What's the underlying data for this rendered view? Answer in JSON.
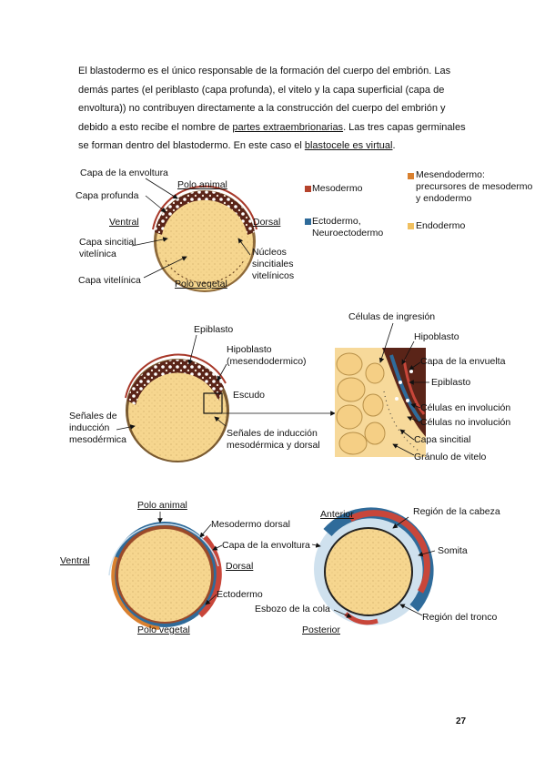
{
  "paragraph": {
    "p1": "El blastodermo es el único responsable de la formación del cuerpo del embrión. Las demás partes (el periblasto (capa profunda), el vitelo y la capa superficial (capa de envoltura)) no contribuyen directamente a la construcción del cuerpo del embrión y debido a esto recibe el nombre de ",
    "u1": "partes extraembrionarias",
    "p2": ". Las tres capas germinales se forman dentro del blastodermo. En este caso el ",
    "u2": "blastocele es virtual",
    "p3": "."
  },
  "fig1": {
    "capa_envoltura": "Capa de la envoltura",
    "capa_profunda": "Capa profunda",
    "polo_animal": "Polo animal",
    "ventral": "Ventral",
    "dorsal": "Dorsal",
    "capa_sincitial": "Capa sincitial vitelínica",
    "capa_vitelinica": "Capa vitelínica",
    "polo_vegetal": "Polo vegetal",
    "nucleos": "Núcleos sincitiales vitelínicos"
  },
  "legend": {
    "mesodermo": "Mesodermo",
    "ectodermo": "Ectodermo, Neuroectodermo",
    "mesendodermo": "Mesendodermo: precursores de mesodermo y endodermo",
    "endodermo": "Endodermo",
    "colors": {
      "mesodermo": "#b5432c",
      "ectodermo": "#2f6b9a",
      "mesendodermo": "#d9802f",
      "endodermo": "#f0c060"
    }
  },
  "fig2": {
    "epiblasto": "Epiblasto",
    "hipoblasto": "Hipoblasto (mesendodermico)",
    "escudo": "Escudo",
    "senales_mesodermica": "Señales de inducción mesodérmica",
    "senales_dorsal": "Señales de inducción mesodérmica y dorsal",
    "celulas_ingresion": "Células de ingresión",
    "hipoblasto_r": "Hipoblasto",
    "capa_envuelta": "Capa de la envuelta",
    "epiblasto_r": "Epiblasto",
    "celulas_involucion": "Células en involución",
    "celulas_no_involucion": "Células no involución",
    "capa_sincitial": "Capa sincitial",
    "granulo": "Gránulo de vitelo"
  },
  "fig3": {
    "polo_animal": "Polo animal",
    "mesodermo_dorsal": "Mesodermo dorsal",
    "capa_envoltura": "Capa de la envoltura",
    "ventral": "Ventral",
    "dorsal": "Dorsal",
    "ectodermo": "Ectodermo",
    "polo_vegetal": "Polo vegetal",
    "anterior": "Anterior",
    "region_cabeza": "Región de la cabeza",
    "somita": "Somita",
    "esbozo_cola": "Esbozo de la cola",
    "region_tronco": "Región del tronco",
    "posterior": "Posterior"
  },
  "page_number": "27"
}
